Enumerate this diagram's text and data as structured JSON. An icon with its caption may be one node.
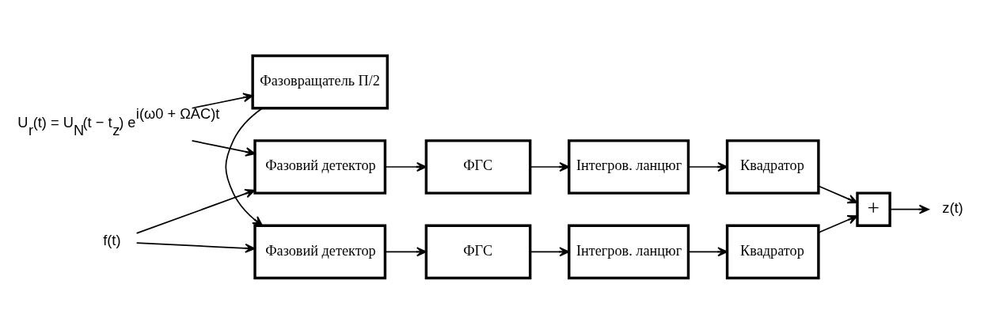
{
  "diagram": {
    "nodes": [
      {
        "text": [
          "Фазовий детектор"
        ]
      },
      {
        "text": [
          "ФГС"
        ]
      },
      {
        "text": [
          "Інтегров. ланцюг"
        ]
      },
      {
        "text": [
          "Квадратор"
        ]
      },
      {
        "text": [
          "+"
        ]
      },
      {
        "text": [
          "Фазовий детектор"
        ]
      },
      {
        "text": [
          "ФГС"
        ]
      },
      {
        "text": [
          "Інтегров. ланцюг"
        ]
      },
      {
        "text": [
          "Квадратор"
        ]
      },
      {
        "text": [
          "Фазовращатель П/2"
        ]
      },
      {
        "text": [
          "f(t)"
        ]
      },
      {
        "text": [
          "z(t)"
        ]
      },
      {
        "text": [
          "U$_{r}$(t) = U$_{N}$(t − t$_{z}$) e$^{i(ω0 + ΩAC)t}$"
        ]
      }
    ],
    "edges": [
      {
        "from": 10,
        "to": 0,
        "arrow": "to"
      },
      {
        "from": 10,
        "to": 5,
        "arrow": "to"
      },
      {
        "from": 0,
        "to": 1,
        "arrow": "to"
      },
      {
        "from": 1,
        "to": 2,
        "arrow": "to"
      },
      {
        "from": 2,
        "to": 3,
        "arrow": "to"
      },
      {
        "from": 3,
        "to": 4,
        "arrow": "to"
      },
      {
        "from": 5,
        "to": 6,
        "arrow": "to"
      },
      {
        "from": 6,
        "to": 7,
        "arrow": "to"
      },
      {
        "from": 7,
        "to": 8,
        "arrow": "to"
      },
      {
        "from": 8,
        "to": 4,
        "arrow": "to"
      },
      {
        "from": 4,
        "to": 11,
        "arrow": "to"
      },
      {
        "from": 12,
        "to": 9,
        "arrow": "to"
      },
      {
        "from": 12,
        "to": 0,
        "arrow": "to"
      },
      {
        "from": 9,
        "to": 5,
        "arrow": "to"
      }
    ]
  }
}
